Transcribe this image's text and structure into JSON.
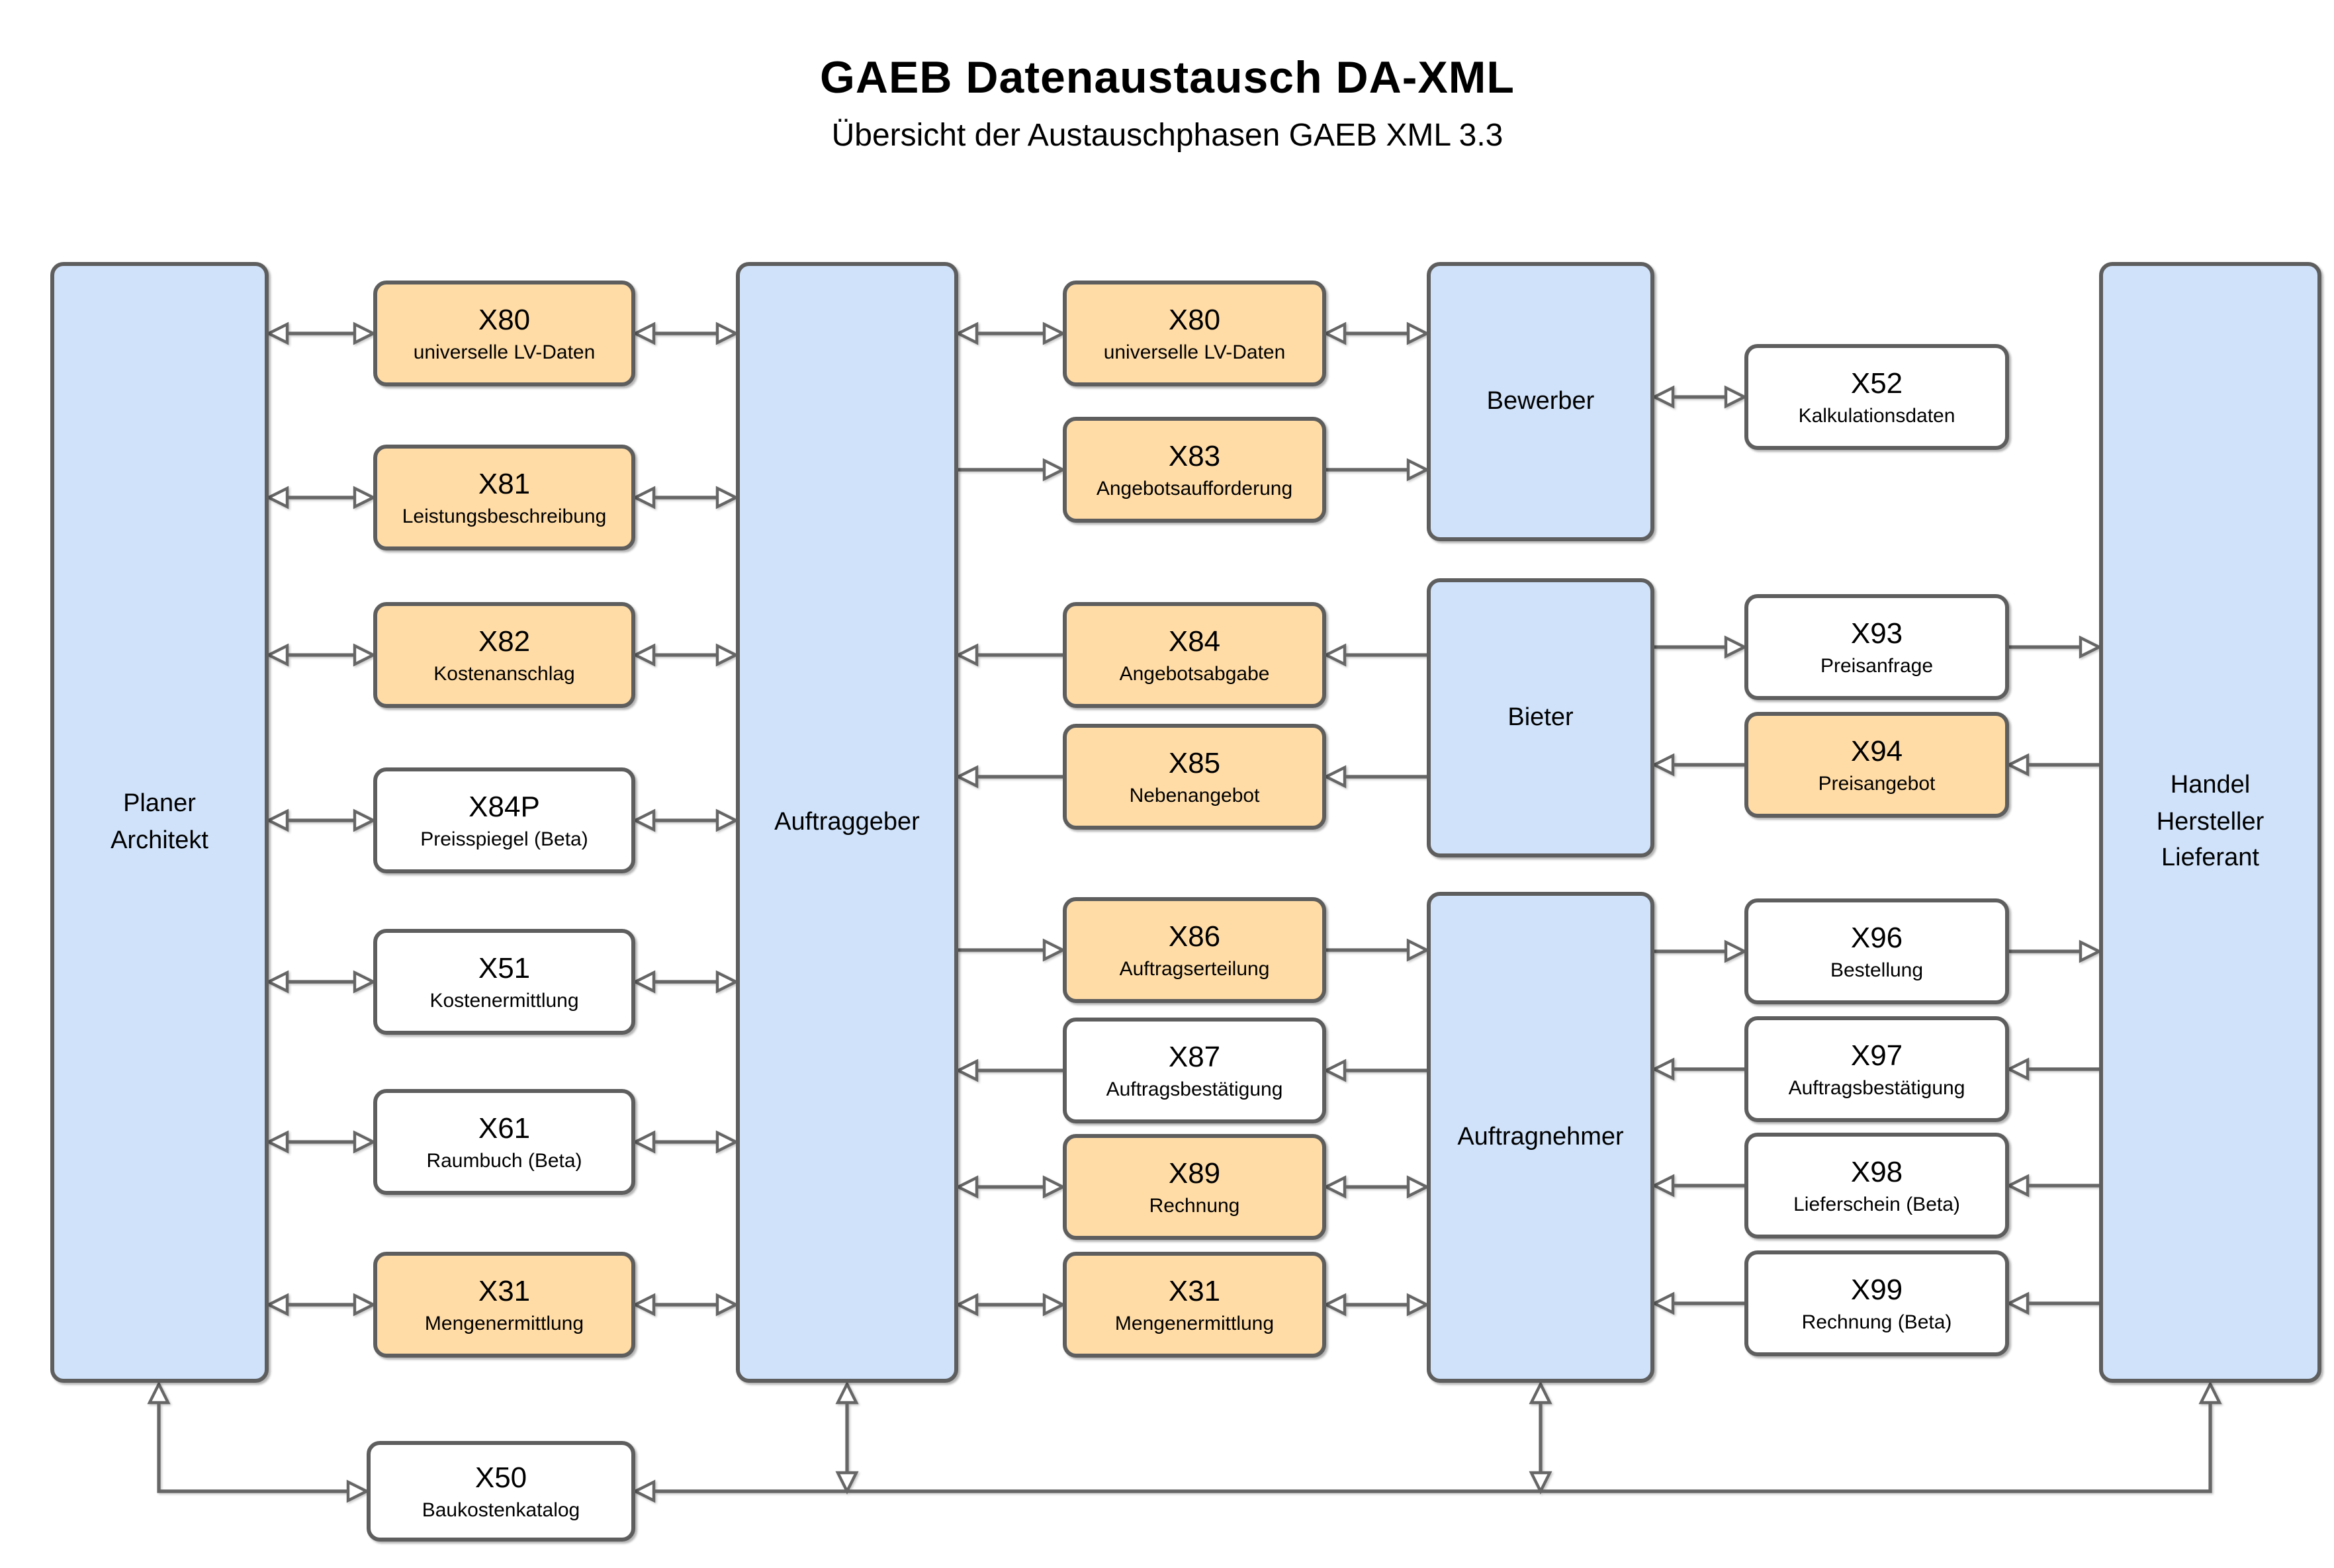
{
  "title": "GAEB Datenaustausch DA-XML",
  "subtitle": "Übersicht der Austauschphasen GAEB XML 3.3",
  "colors": {
    "actor_fill": "#cfe2fa",
    "phase_fill": "#ffdca6",
    "neutral_fill": "#ffffff",
    "box_border": "#5e5e5e",
    "wire": "#666666"
  },
  "actors": {
    "planer": "Planer\nArchitekt",
    "auftraggeber": "Auftraggeber",
    "bewerber": "Bewerber",
    "bieter": "Bieter",
    "auftragnehmer": "Auftragnehmer",
    "handel": "Handel\nHersteller\nLieferant"
  },
  "phases": {
    "left": [
      {
        "code": "X80",
        "name": "universelle LV-Daten",
        "highlight": true
      },
      {
        "code": "X81",
        "name": "Leistungsbeschreibung",
        "highlight": true
      },
      {
        "code": "X82",
        "name": "Kostenanschlag",
        "highlight": true
      },
      {
        "code": "X84P",
        "name": "Preisspiegel (Beta)",
        "highlight": false
      },
      {
        "code": "X51",
        "name": "Kostenermittlung",
        "highlight": false
      },
      {
        "code": "X61",
        "name": "Raumbuch (Beta)",
        "highlight": false
      },
      {
        "code": "X31",
        "name": "Mengenermittlung",
        "highlight": true
      }
    ],
    "middle": [
      {
        "code": "X80",
        "name": "universelle LV-Daten",
        "highlight": true
      },
      {
        "code": "X83",
        "name": "Angebotsaufforderung",
        "highlight": true
      },
      {
        "code": "X84",
        "name": "Angebotsabgabe",
        "highlight": true
      },
      {
        "code": "X85",
        "name": "Nebenangebot",
        "highlight": true
      },
      {
        "code": "X86",
        "name": "Auftragserteilung",
        "highlight": true
      },
      {
        "code": "X87",
        "name": "Auftragsbestätigung",
        "highlight": false
      },
      {
        "code": "X89",
        "name": "Rechnung",
        "highlight": true
      },
      {
        "code": "X31",
        "name": "Mengenermittlung",
        "highlight": true
      }
    ],
    "right": [
      {
        "code": "X52",
        "name": "Kalkulationsdaten",
        "highlight": false
      },
      {
        "code": "X93",
        "name": "Preisanfrage",
        "highlight": false
      },
      {
        "code": "X94",
        "name": "Preisangebot",
        "highlight": true
      },
      {
        "code": "X96",
        "name": "Bestellung",
        "highlight": false
      },
      {
        "code": "X97",
        "name": "Auftragsbestätigung",
        "highlight": false
      },
      {
        "code": "X98",
        "name": "Lieferschein (Beta)",
        "highlight": false
      },
      {
        "code": "X99",
        "name": "Rechnung (Beta)",
        "highlight": false
      }
    ],
    "bottom": {
      "code": "X50",
      "name": "Baukostenkatalog",
      "highlight": false
    }
  }
}
